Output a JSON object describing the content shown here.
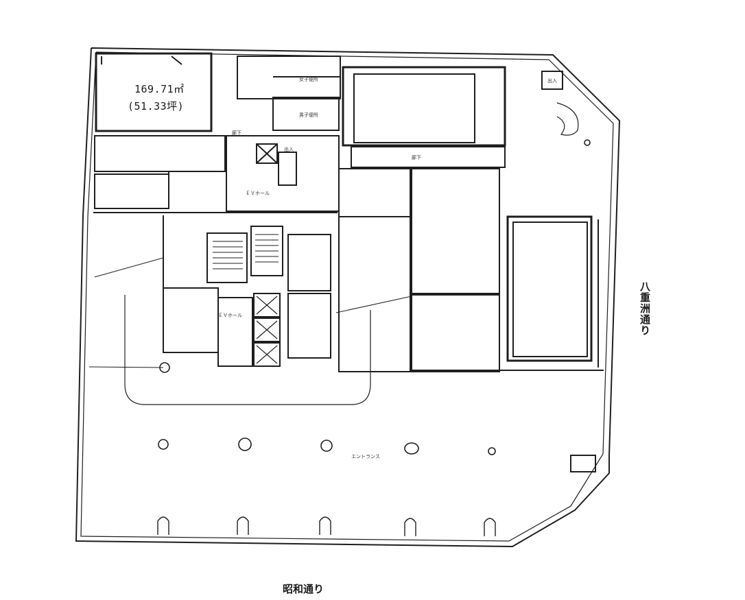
{
  "plan": {
    "unit_area": "169.71㎡",
    "unit_tsubo": "(51.33坪)",
    "street_bottom": "昭和通り",
    "street_right": "八重洲通り",
    "rooms": {
      "toilet_men": "男子便所",
      "toilet_women": "女子便所",
      "ev_hall_top": "ＥＶホール",
      "ev_hall_mid": "ＥＶホール",
      "corridor_left": "廊下",
      "corridor_top": "廊下",
      "entrance_top": "出入",
      "entrance_right": "出入",
      "lobby": "エントランス"
    }
  }
}
